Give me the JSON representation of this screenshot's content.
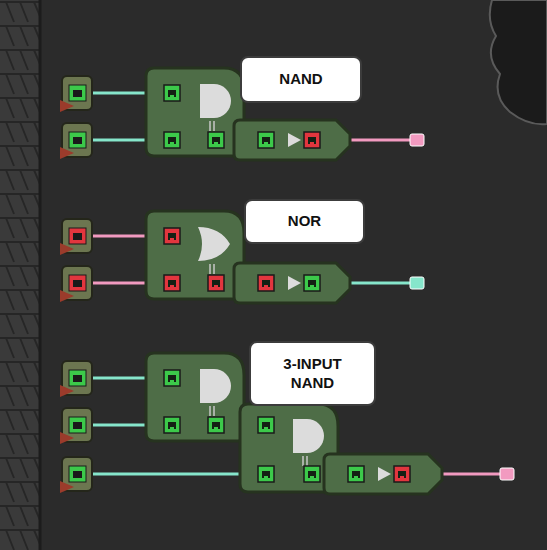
{
  "diagram": {
    "nodes": [
      {
        "text": [
          "NAND"
        ]
      },
      {
        "text": [
          "NOR"
        ]
      },
      {
        "text": [
          "3-INPUT NAND"
        ]
      }
    ]
  }
}
